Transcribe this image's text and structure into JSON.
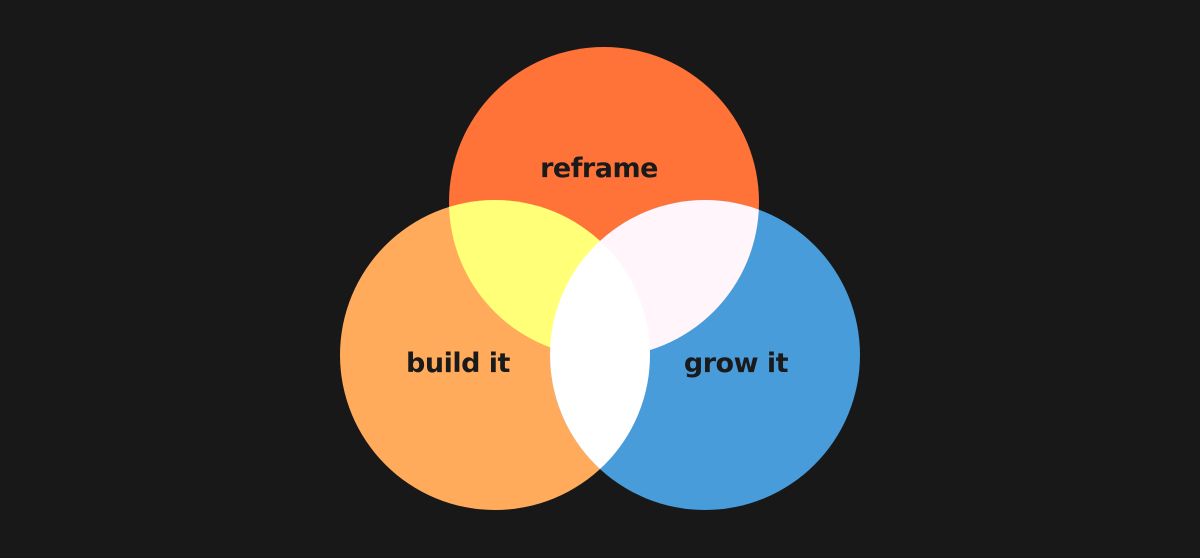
{
  "diagram": {
    "type": "venn",
    "background": "#181818",
    "sets": [
      {
        "id": "top",
        "label": "reframe",
        "color": "#FF7338"
      },
      {
        "id": "left",
        "label": "build it",
        "color": "#FFAB5B"
      },
      {
        "id": "right",
        "label": "grow it",
        "color": "#489CDA"
      }
    ],
    "overlaps": {
      "left_top": "#FFFF78",
      "top_right": "#FFF5FA",
      "left_right": "#FFFFFF",
      "all": "#FFFFFF"
    }
  }
}
